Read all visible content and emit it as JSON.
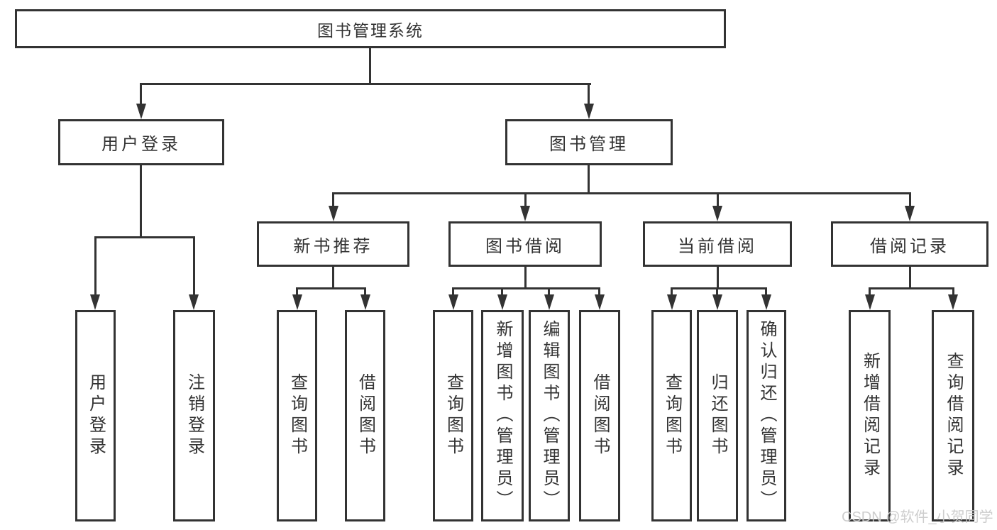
{
  "diagram_title": "图书管理系统",
  "tree": {
    "label": "图书管理系统",
    "children": [
      {
        "label": "用户登录",
        "children": [
          {
            "label": "用户登录"
          },
          {
            "label": "注销登录"
          }
        ]
      },
      {
        "label": "图书管理",
        "children": [
          {
            "label": "新书推荐",
            "children": [
              {
                "label": "查询图书"
              },
              {
                "label": "借阅图书"
              }
            ]
          },
          {
            "label": "图书借阅",
            "children": [
              {
                "label": "查询图书"
              },
              {
                "label": "新增图书（管理员）"
              },
              {
                "label": "编辑图书（管理员）"
              },
              {
                "label": "借阅图书"
              }
            ]
          },
          {
            "label": "当前借阅",
            "children": [
              {
                "label": "查询图书"
              },
              {
                "label": "归还图书"
              },
              {
                "label": "确认归还（管理员）"
              }
            ]
          },
          {
            "label": "借阅记录",
            "children": [
              {
                "label": "新增借阅记录"
              },
              {
                "label": "查询借阅记录"
              }
            ]
          }
        ]
      }
    ]
  },
  "watermark": "CSDN @软件_小贺同学",
  "colors": {
    "line": "#333333",
    "text": "#333333",
    "background": "#ffffff",
    "watermark": "#c9c9c9"
  }
}
